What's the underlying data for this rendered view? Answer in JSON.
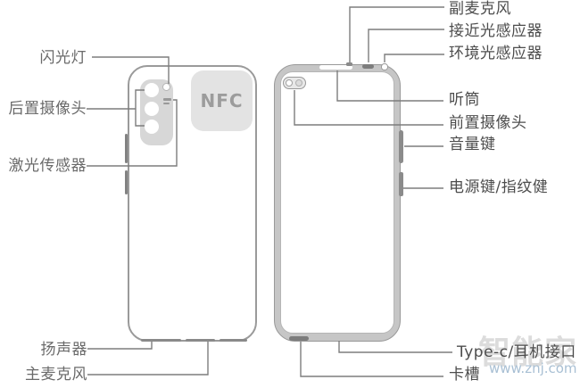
{
  "diagram": {
    "back_view": {
      "nfc": "NFC"
    },
    "callouts": {
      "flash": "闪光灯",
      "rear_camera": "后置摄像头",
      "laser_sensor": "激光传感器",
      "speaker": "扬声器",
      "main_mic": "主麦克风",
      "secondary_mic": "副麦克风",
      "proximity_sensor": "接近光感应器",
      "ambient_light_sensor": "环境光感应器",
      "earpiece": "听筒",
      "front_camera": "前置摄像头",
      "volume_key": "音量键",
      "power_fingerprint_key": "电源键/指纹健",
      "typec_headphone_jack": "Type-c/耳机接口",
      "card_slot": "卡槽"
    },
    "watermark": {
      "brand": "智能家",
      "site": "www.znj.com"
    },
    "colors": {
      "outline": "#9a9a9a",
      "leader_line": "#7d7d7d",
      "label_left": "#6a6a6a",
      "label_right": "#4d4d4d",
      "nfc_patch": "#e3e3e3",
      "watermark_brand": "#dcdcdc",
      "watermark_site": "#a9c0d4"
    }
  }
}
